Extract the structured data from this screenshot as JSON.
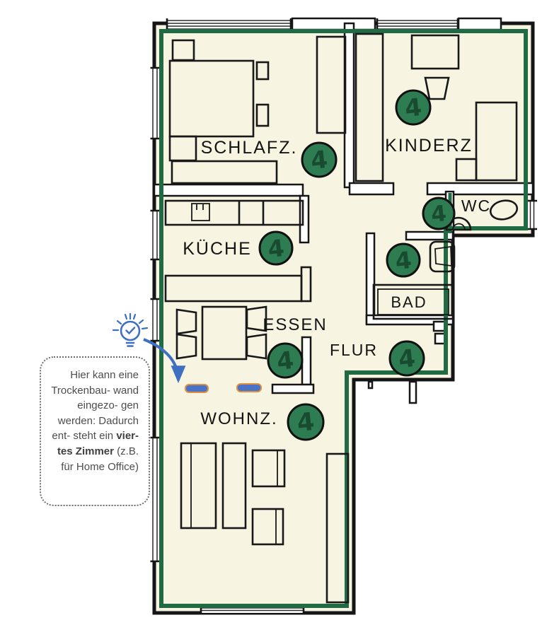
{
  "floorplan": {
    "rooms": [
      {
        "id": "schlafzimmer",
        "label": "SCHLAFZ.",
        "badge": "4"
      },
      {
        "id": "kinderzimmer",
        "label": "KINDERZ",
        "badge": "4"
      },
      {
        "id": "wc",
        "label": "WC",
        "badge": "4"
      },
      {
        "id": "kueche",
        "label": "KÜCHE",
        "badge": "4"
      },
      {
        "id": "bad",
        "label": "BAD",
        "badge": "4"
      },
      {
        "id": "essen",
        "label": "ESSEN",
        "badge": "4"
      },
      {
        "id": "flur",
        "label": "FLUR",
        "badge": "4"
      },
      {
        "id": "wohnzimmer",
        "label": "WOHNZ.",
        "badge": "4"
      }
    ]
  },
  "annotation": {
    "icon": "lightbulb-idea",
    "text_before": "Hier kann eine Trockenbau- wand eingezo- gen werden: Dadurch ent- steht ein ",
    "text_bold": "vier- tes Zimmer",
    "text_after": " (z.B. für Home Office)"
  },
  "colors": {
    "wall_highlight_green": "#206b43",
    "badge_green": "#2e7d52",
    "annotation_blue": "#3f6fc0",
    "dash_fill_blue": "#4a73c8",
    "dash_border_orange": "#e0913f",
    "paper_cream": "#f8f4e2",
    "ink_black": "#151515"
  }
}
